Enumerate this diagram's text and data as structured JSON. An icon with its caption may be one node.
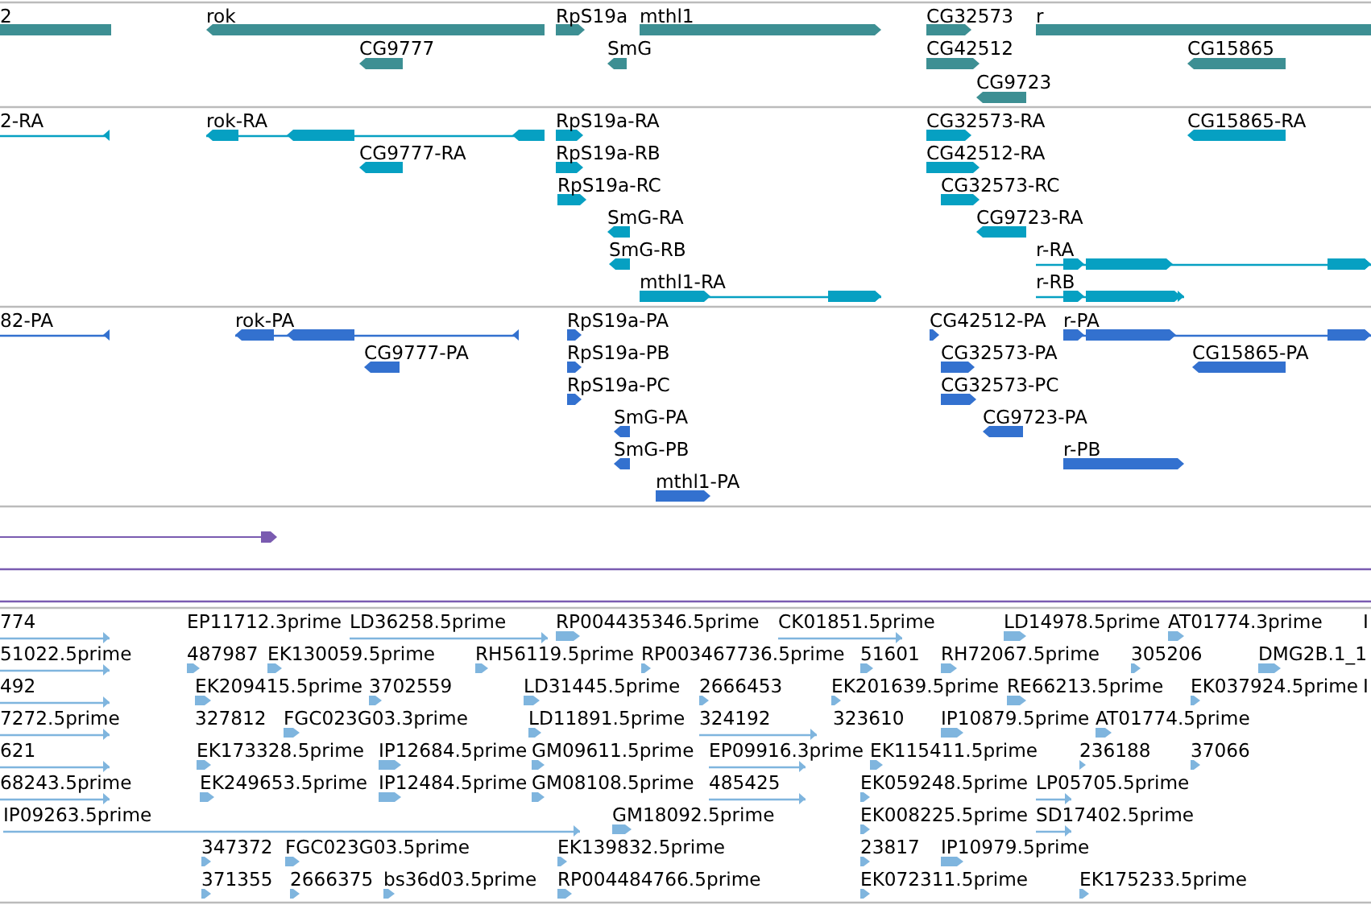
{
  "diagram": {
    "labels": [
      "2",
      "rok",
      "RpS19a",
      "mthl1",
      "CG32573",
      "r",
      "CG9777",
      "SmG",
      "CG42512",
      "CG15865",
      "CG9723",
      "2-RA",
      "rok-RA",
      "RpS19a-RA",
      "CG32573-RA",
      "CG15865-RA",
      "CG9777-RA",
      "RpS19a-RB",
      "CG42512-RA",
      "RpS19a-RC",
      "CG32573-RC",
      "SmG-RA",
      "CG9723-RA",
      "SmG-RB",
      "r-RA",
      "mthl1-RA",
      "r-RB",
      "82-PA",
      "rok-PA",
      "RpS19a-PA",
      "CG42512-PA",
      "r-PA",
      "CG9777-PA",
      "RpS19a-PB",
      "CG32573-PA",
      "CG15865-PA",
      "RpS19a-PC",
      "CG32573-PC",
      "SmG-PA",
      "CG9723-PA",
      "SmG-PB",
      "r-PB",
      "mthl1-PA",
      "774",
      "EP11712.3prime",
      "LD36258.5prime",
      "RP004435346.5prime",
      "CK01851.5prime",
      "LD14978.5prime",
      "AT01774.3prime",
      "I",
      "51022.5prime",
      "487987",
      "EK130059.5prime",
      "RH56119.5prime",
      "RP003467736.5prime",
      "51601",
      "RH72067.5prime",
      "305206",
      "DMG2B.1_1",
      "492",
      "EK209415.5prime",
      "3702559",
      "LD31445.5prime",
      "2666453",
      "EK201639.5prime",
      "RE66213.5prime",
      "EK037924.5prime",
      "I",
      "7272.5prime",
      "327812",
      "FGC023G03.3prime",
      "LD11891.5prime",
      "324192",
      "323610",
      "IP10879.5prime",
      "AT01774.5prime",
      "621",
      "EK173328.5prime",
      "IP12684.5prime",
      "GM09611.5prime",
      "EP09916.3prime",
      "EK115411.5prime",
      "236188",
      "37066",
      "68243.5prime",
      "EK249653.5prime",
      "IP12484.5prime",
      "GM08108.5prime",
      "485425",
      "EK059248.5prime",
      "LP05705.5prime",
      "IP09263.5prime",
      "GM18092.5prime",
      "EK008225.5prime",
      "SD17402.5prime",
      "347372",
      "FGC023G03.5prime",
      "EK139832.5prime",
      "23817",
      "IP10979.5prime",
      "371355",
      "2666375",
      "bs36d03.5prime",
      "RP004484766.5prime",
      "EK072311.5prime",
      "EK175233.5prime"
    ]
  }
}
